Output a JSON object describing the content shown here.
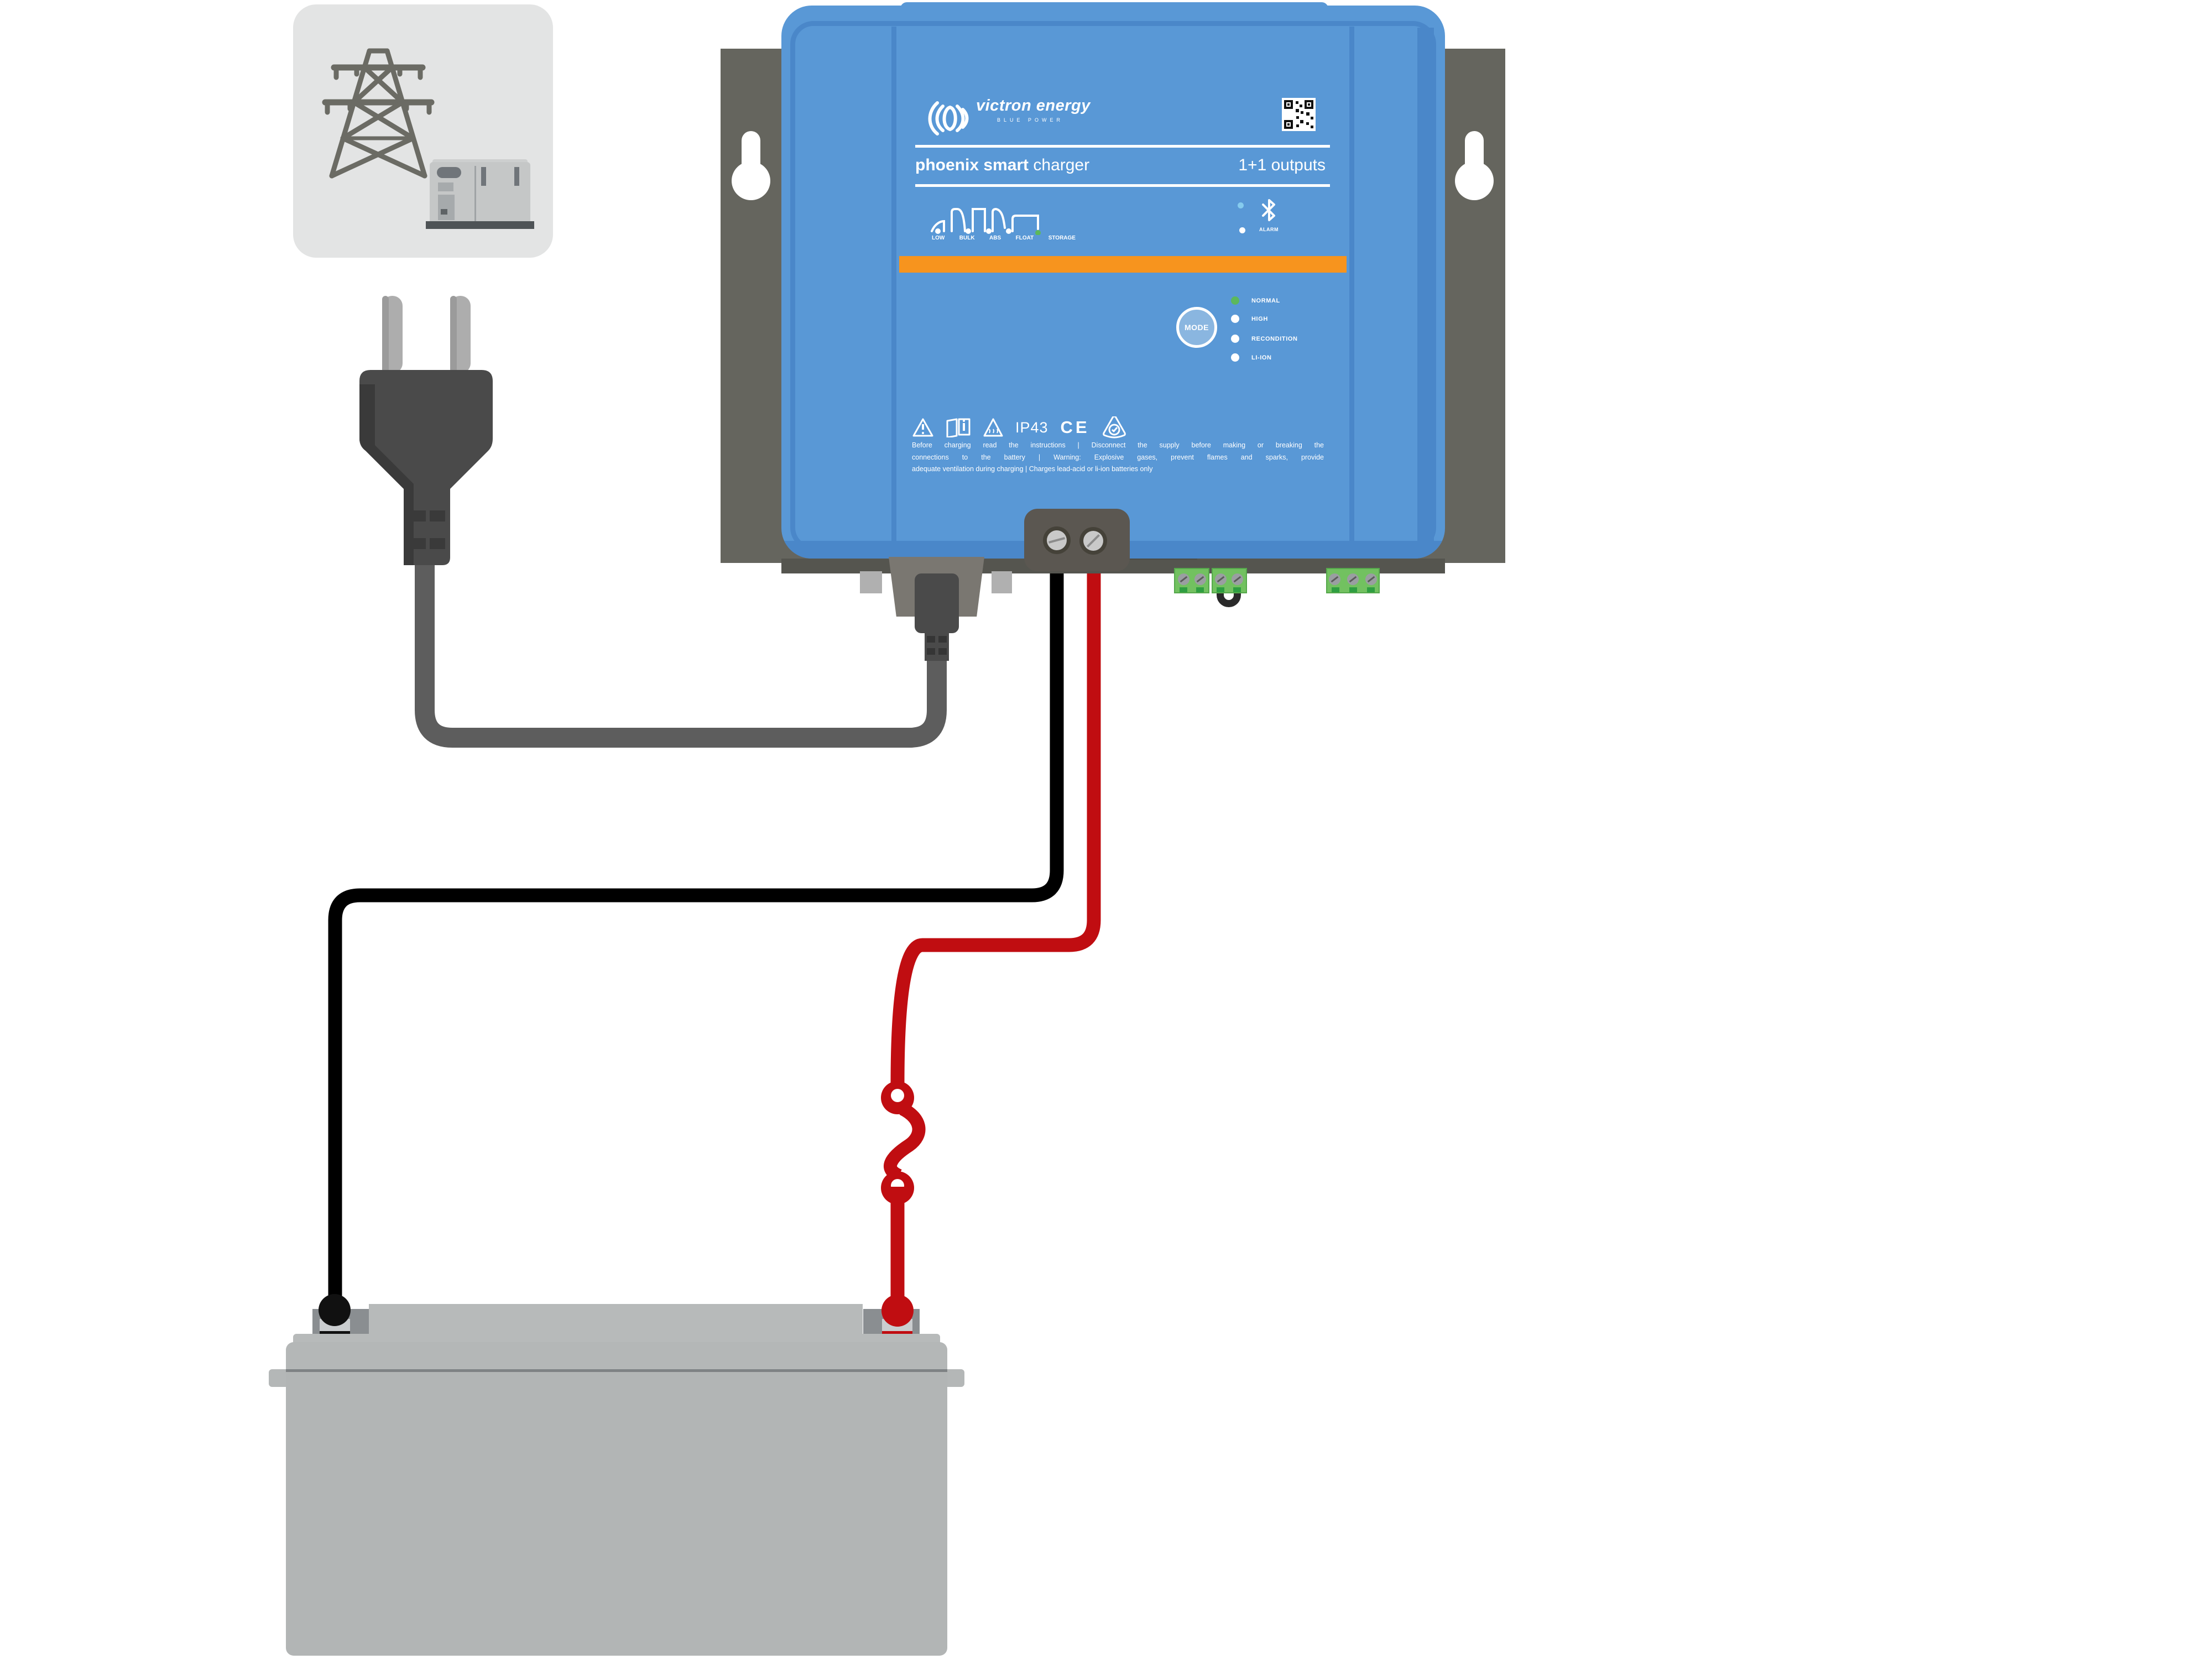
{
  "source_panel": {
    "pylon_icon": "transmission-tower-icon",
    "generator_icon": "generator-icon"
  },
  "charger": {
    "brand": "victron energy",
    "brand_sub": "BLUE POWER",
    "model_bold": "phoenix smart ",
    "model_light": "charger",
    "outputs": "1+1 outputs",
    "charge_states": [
      "LOW",
      "BULK",
      "ABS",
      "FLOAT",
      "STORAGE"
    ],
    "alarm_label": "ALARM",
    "mode_button": "MODE",
    "modes": [
      "NORMAL",
      "HIGH",
      "RECONDITION",
      "LI-ION"
    ],
    "active_mode": "NORMAL",
    "ip_rating": "IP43",
    "ce_mark": "CE",
    "warning_lines": [
      "Before charging read the instructions  |  Disconnect the supply before making or breaking the",
      "connections to the battery  |  Warning: Explosive gases, prevent flames and sparks, provide",
      "adequate ventilation during charging  |  Charges lead-acid or li-ion batteries only"
    ]
  },
  "colors": {
    "charger_blue": "#5998D6",
    "charger_blue_dark": "#4A87C9",
    "bracket_grey": "#65655E",
    "orange_stripe": "#F7941E",
    "led_green": "#5CB85C",
    "bluetooth_blue": "#85CBEE",
    "positive_cable": "#C00D11",
    "negative_cable": "#000000",
    "ac_cord_grey": "#5D5D5D",
    "battery_grey": "#B2B5B5",
    "terminal_block_green": "#72C160"
  }
}
